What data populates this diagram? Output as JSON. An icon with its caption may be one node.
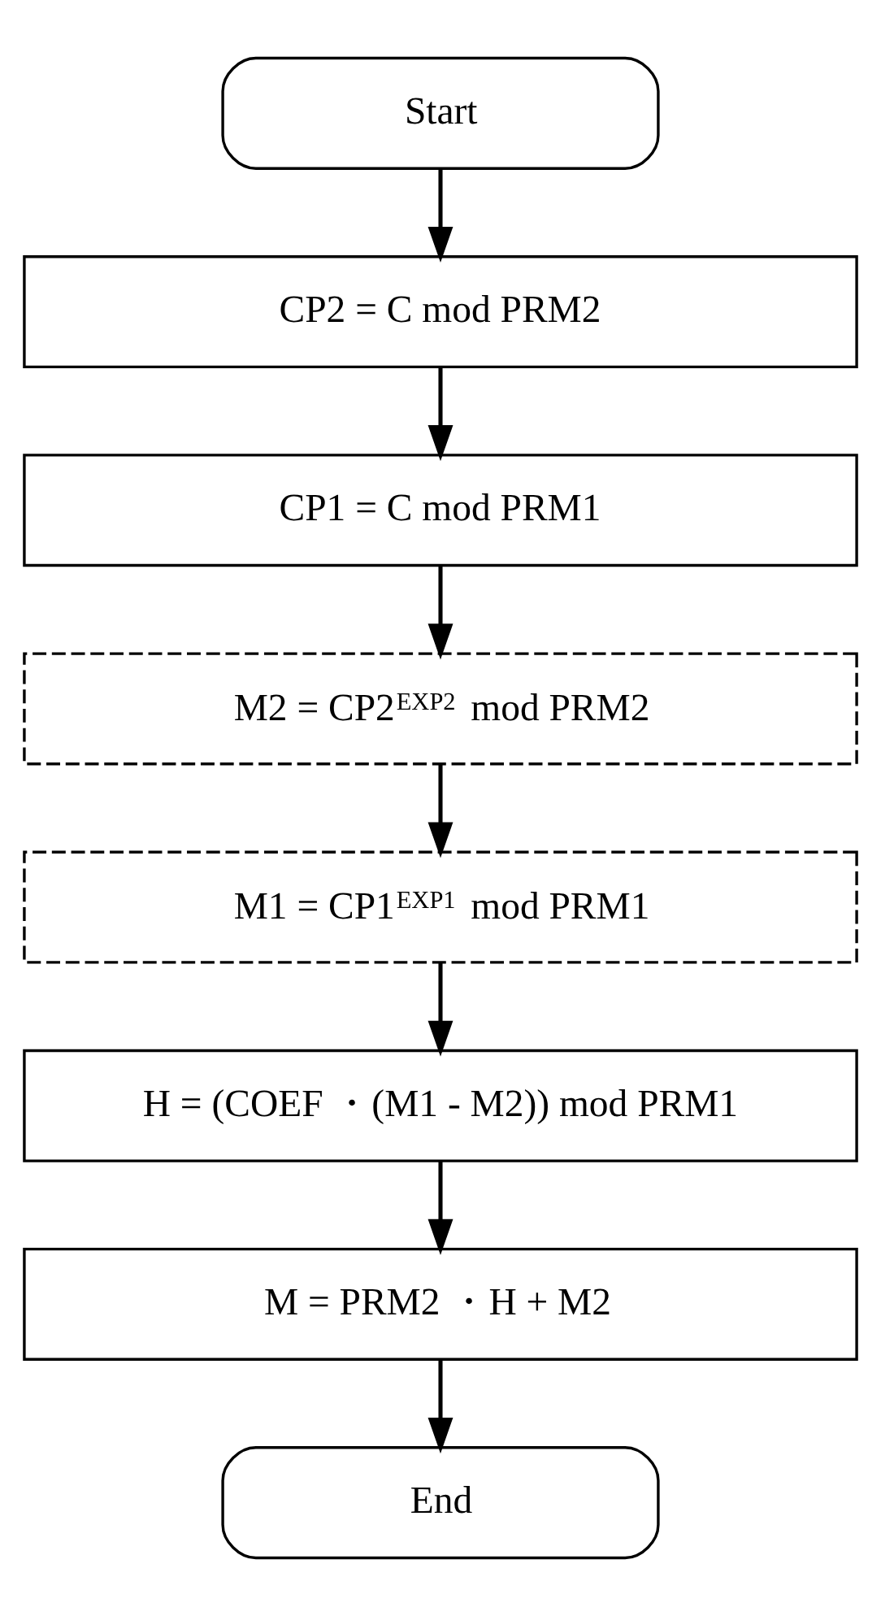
{
  "diagram": {
    "nodes": [
      {
        "text": [
          "Start"
        ]
      },
      {
        "text": [
          "CP2 = C mod PRM2"
        ]
      },
      {
        "text": [
          "CP1 = C mod PRM1"
        ]
      },
      {
        "text": [
          "M2 = CP2$^{EXP2}$ mod PRM2"
        ]
      },
      {
        "text": [
          "M1 = CP1$^{EXP1}$ mod PRM1"
        ]
      },
      {
        "text": [
          "H = (COEF ・(M1 - M2)) mod PRM1"
        ]
      },
      {
        "text": [
          "M = PRM2 ・H + M2"
        ]
      },
      {
        "text": [
          "End"
        ]
      }
    ],
    "edges": [
      {
        "from": 0,
        "to": 1,
        "arrow": "to"
      },
      {
        "from": 1,
        "to": 2,
        "arrow": "to"
      },
      {
        "from": 2,
        "to": 3,
        "arrow": "to"
      },
      {
        "from": 3,
        "to": 4,
        "arrow": "to"
      },
      {
        "from": 4,
        "to": 5,
        "arrow": "to"
      },
      {
        "from": 5,
        "to": 6,
        "arrow": "to"
      },
      {
        "from": 6,
        "to": 7,
        "arrow": "to"
      }
    ]
  }
}
